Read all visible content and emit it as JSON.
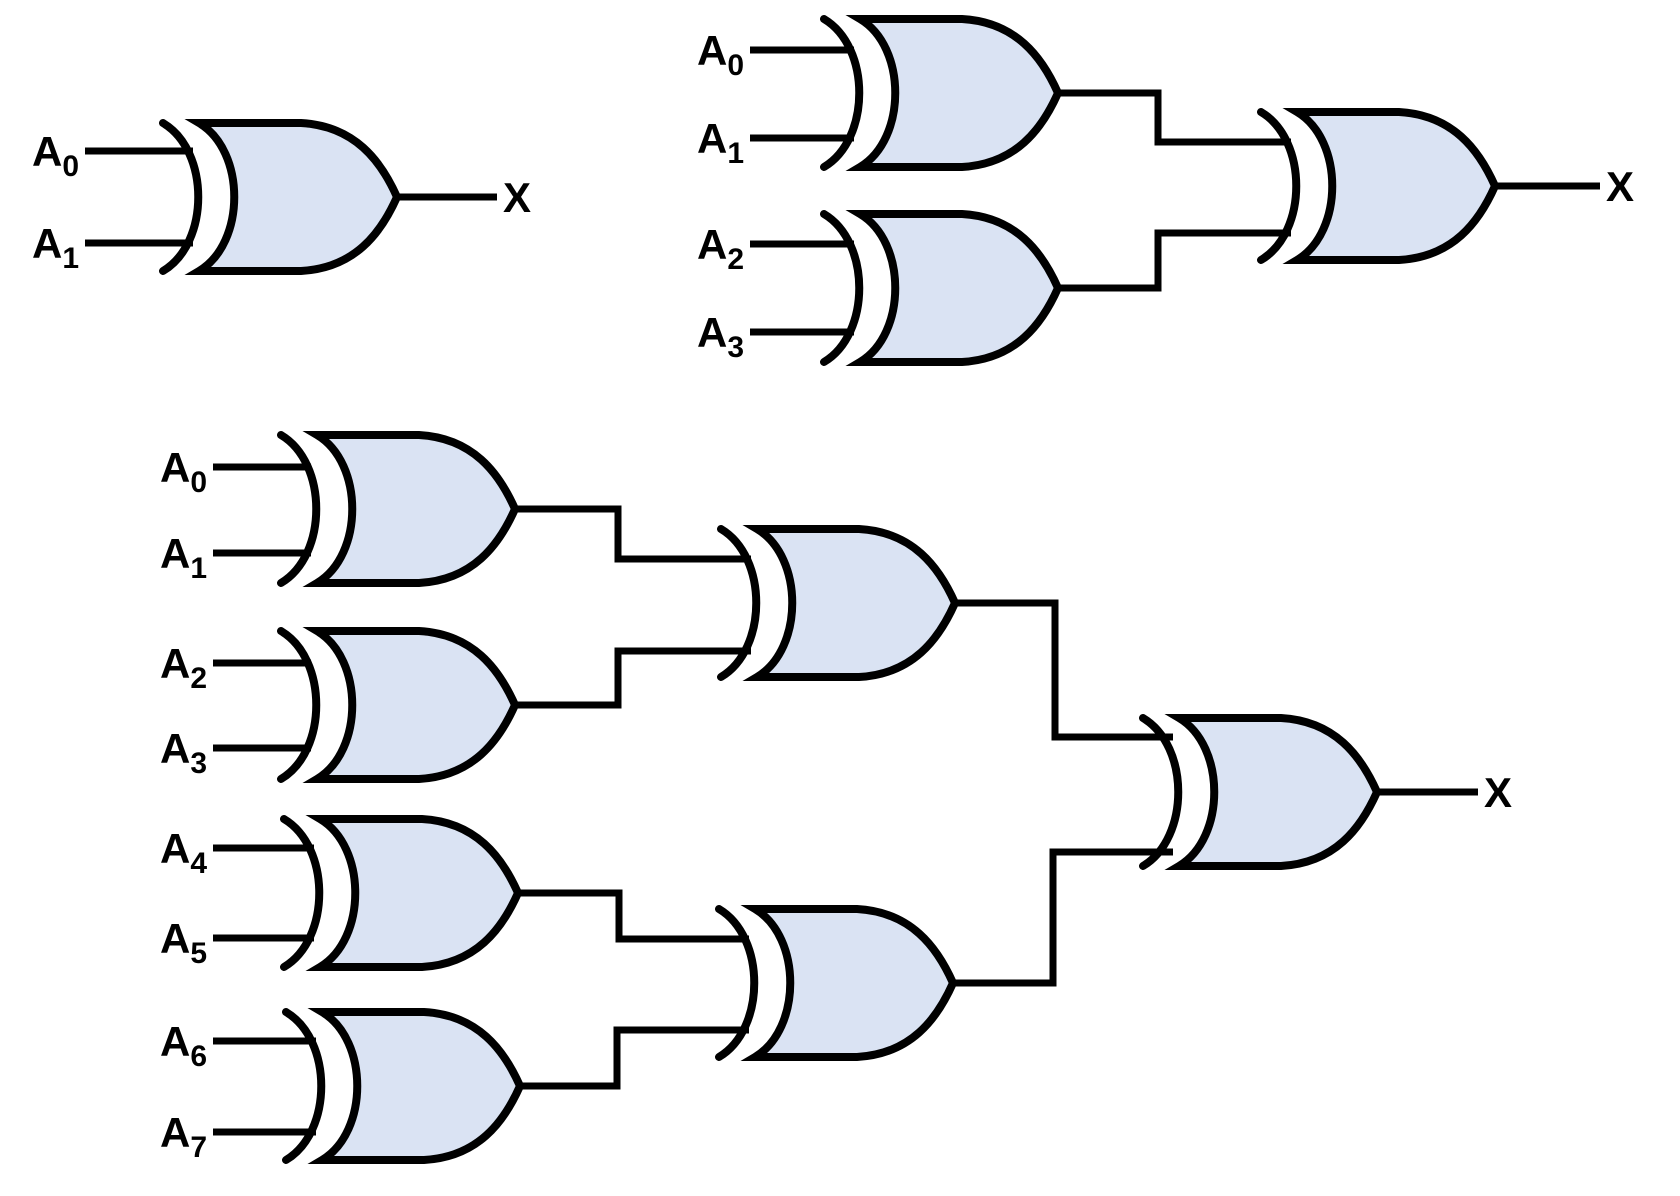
{
  "colors": {
    "background": "#ffffff",
    "line": "#000000",
    "gate_fill": "#dae3f3"
  },
  "gate_symbol": "xor-gate",
  "circuits": [
    {
      "id": "xor-2-input",
      "gate_count": 1,
      "inputs": [
        {
          "base": "A",
          "sub": "0"
        },
        {
          "base": "A",
          "sub": "1"
        }
      ],
      "output": "X"
    },
    {
      "id": "xor-4-input-parity-tree",
      "gate_count": 3,
      "inputs": [
        {
          "base": "A",
          "sub": "0"
        },
        {
          "base": "A",
          "sub": "1"
        },
        {
          "base": "A",
          "sub": "2"
        },
        {
          "base": "A",
          "sub": "3"
        }
      ],
      "output": "X"
    },
    {
      "id": "xor-8-input-parity-tree",
      "gate_count": 7,
      "inputs": [
        {
          "base": "A",
          "sub": "0"
        },
        {
          "base": "A",
          "sub": "1"
        },
        {
          "base": "A",
          "sub": "2"
        },
        {
          "base": "A",
          "sub": "3"
        },
        {
          "base": "A",
          "sub": "4"
        },
        {
          "base": "A",
          "sub": "5"
        },
        {
          "base": "A",
          "sub": "6"
        },
        {
          "base": "A",
          "sub": "7"
        }
      ],
      "output": "X"
    }
  ]
}
